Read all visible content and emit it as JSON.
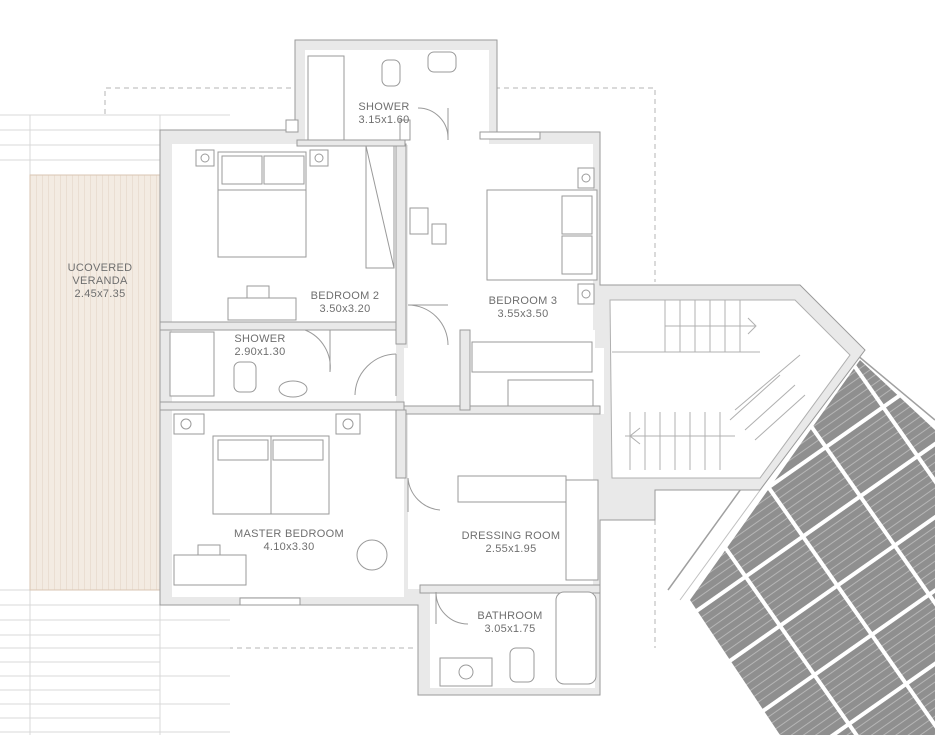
{
  "rooms": {
    "veranda": {
      "name": "UCOVERED\nVERANDA",
      "size": "2.45x7.35"
    },
    "shower_top": {
      "name": "SHOWER",
      "size": "3.15x1.60"
    },
    "bedroom2": {
      "name": "BEDROOM 2",
      "size": "3.50x3.20"
    },
    "bedroom3": {
      "name": "BEDROOM 3",
      "size": "3.55x3.50"
    },
    "shower_mid": {
      "name": "SHOWER",
      "size": "2.90x1.30"
    },
    "master": {
      "name": "MASTER BEDROOM",
      "size": "4.10x3.30"
    },
    "dressing": {
      "name": "DRESSING ROOM",
      "size": "2.55x1.95"
    },
    "bathroom": {
      "name": "BATHROOM",
      "size": "3.05x1.75"
    }
  },
  "colors": {
    "wall_fill": "#e9e9e9",
    "wall_stroke": "#9a9a9a",
    "floor": "#ffffff",
    "veranda": "#f3ebe2",
    "veranda_line": "#d9c6b3",
    "roof_tile": "#9e9e9e",
    "dash": "#b5b5b5"
  }
}
